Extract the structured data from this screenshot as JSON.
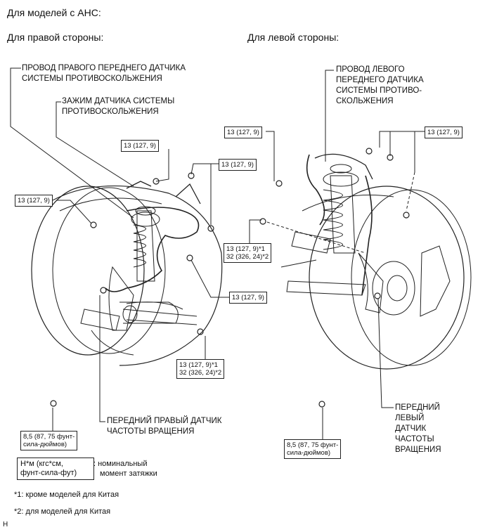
{
  "header": "Для моделей с АНС:",
  "right_side_title": "Для правой стороны:",
  "left_side_title": "Для левой стороны:",
  "right_labels": {
    "wire_line1": "ПРОВОД ПРАВОГО ПЕРЕДНЕГО ДАТЧИКА",
    "wire_line2": "СИСТЕМЫ ПРОТИВОСКОЛЬЖЕНИЯ",
    "clamp_line1": "ЗАЖИМ ДАТЧИКА СИСТЕМЫ",
    "clamp_line2": "ПРОТИВОСКОЛЬЖЕНИЯ",
    "sensor_line1": "ПЕРЕДНИЙ ПРАВЫЙ ДАТЧИК",
    "sensor_line2": "ЧАСТОТЫ ВРАЩЕНИЯ"
  },
  "left_labels": {
    "wire_line1": "ПРОВОД ЛЕВОГО",
    "wire_line2": "ПЕРЕДНЕГО ДАТЧИКА",
    "wire_line3": "СИСТЕМЫ ПРОТИВО-",
    "wire_line4": "СКОЛЬЖЕНИЯ",
    "sensor_line1": "ПЕРЕДНИЙ",
    "sensor_line2": "ЛЕВЫЙ",
    "sensor_line3": "ДАТЧИК",
    "sensor_line4": "ЧАСТОТЫ",
    "sensor_line5": "ВРАЩЕНИЯ"
  },
  "torques": {
    "t13": "13 (127, 9)",
    "t13_star1": "13 (127, 9)*1",
    "t32_star2": "32 (326, 24)*2",
    "t85_line1": "8,5 (87, 75 фунт-",
    "t85_line2": "сила-дюймов)"
  },
  "legend": {
    "box_line1": "Н*м (кгс*см,",
    "box_line2": "фунт-сила-фут)",
    "desc_line1": ": номинальный",
    "desc_line2": "момент затяжки"
  },
  "notes": {
    "n1": "*1: кроме моделей для Китая",
    "n2": "*2: для моделей для Китая"
  },
  "corner_mark": "H"
}
